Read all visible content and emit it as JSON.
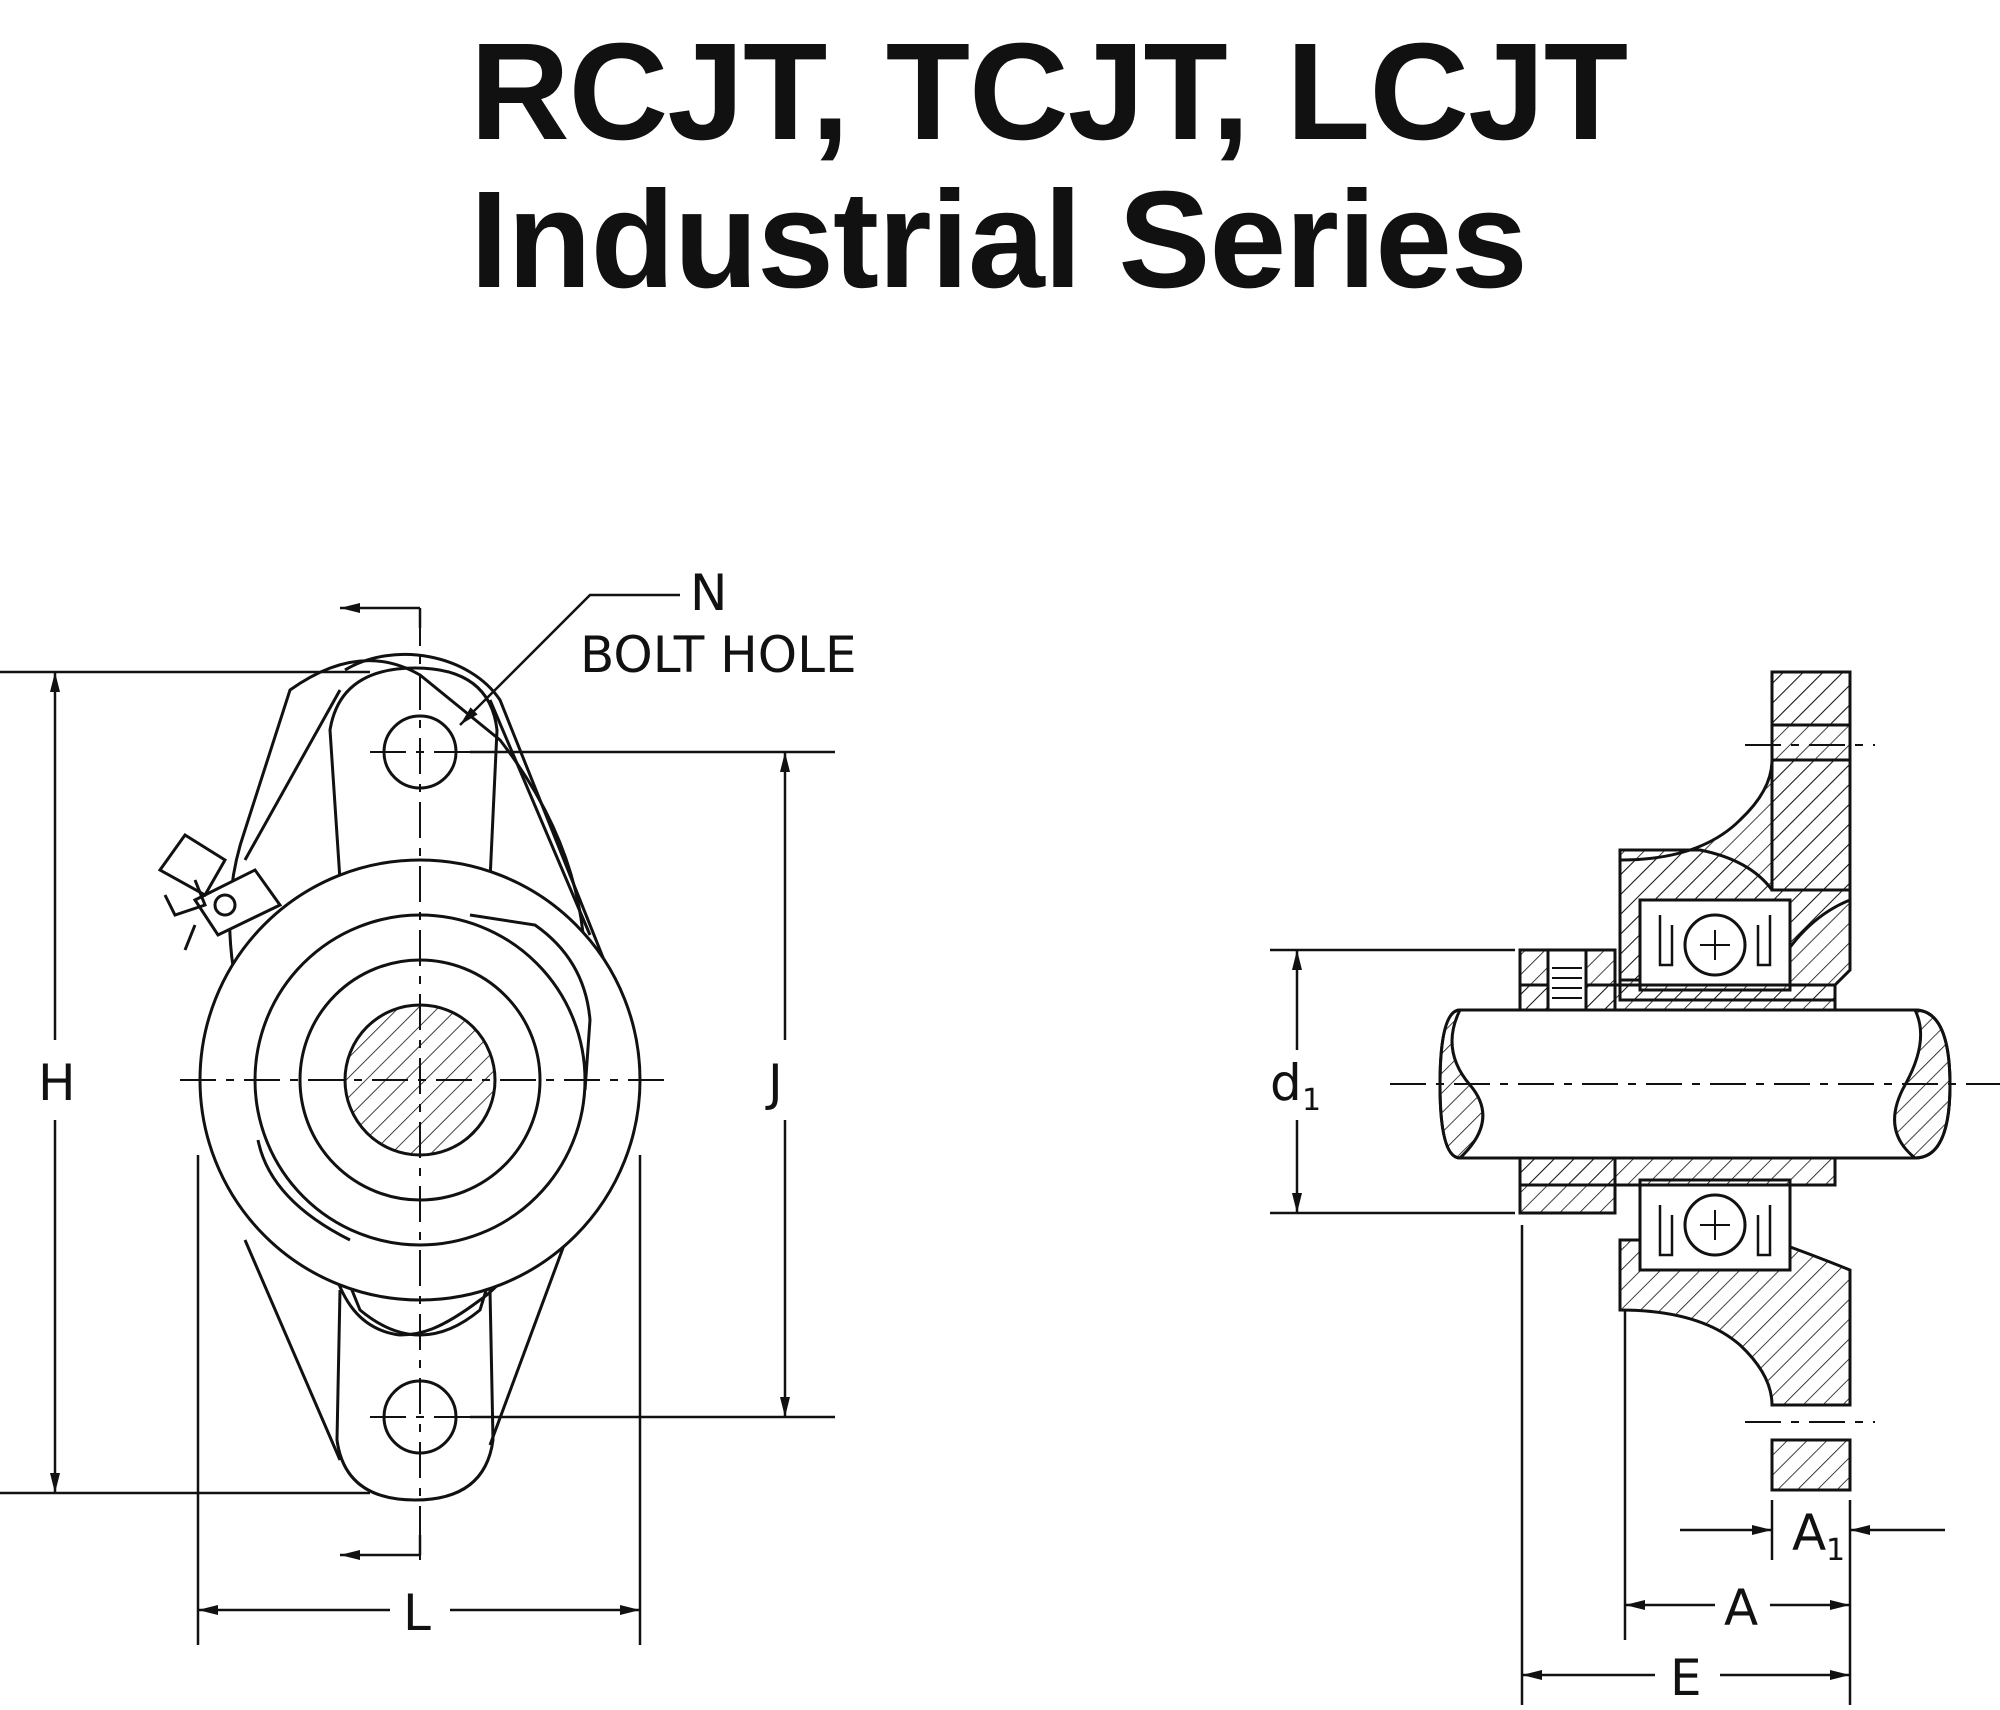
{
  "title": {
    "line1": "RCJT, TCJT, LCJT",
    "line2": "Industrial Series"
  },
  "callout": {
    "n_label": "N",
    "bolt_hole_label": "BOLT HOLE"
  },
  "dimensions": {
    "h": "H",
    "j": "J",
    "l": "L",
    "d1_base": "d",
    "d1_sub": "1",
    "a1_base": "A",
    "a1_sub": "1",
    "a": "A",
    "e": "E"
  },
  "colors": {
    "ink": "#111111",
    "background": "#ffffff"
  }
}
